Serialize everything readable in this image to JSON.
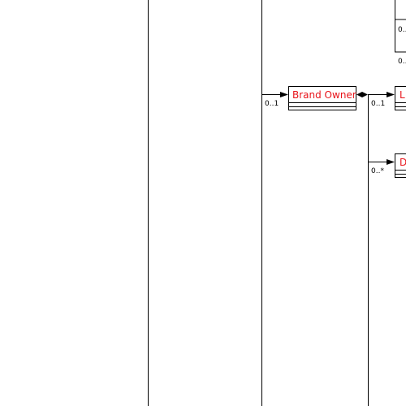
{
  "colors": {
    "background": "#ffffff",
    "line": "#000000",
    "class_name": "#e8141a"
  },
  "classes": {
    "brand_owner": {
      "name": "Brand Owner"
    },
    "right_top": {
      "name": "L"
    },
    "right_bottom": {
      "name": "D"
    }
  },
  "multiplicities": {
    "to_brand_owner": "0..1",
    "brand_to_right_top": "0..1",
    "brand_to_right_bottom": "0..*",
    "top_right_inner": "0..",
    "top_right_outer": "0.."
  }
}
